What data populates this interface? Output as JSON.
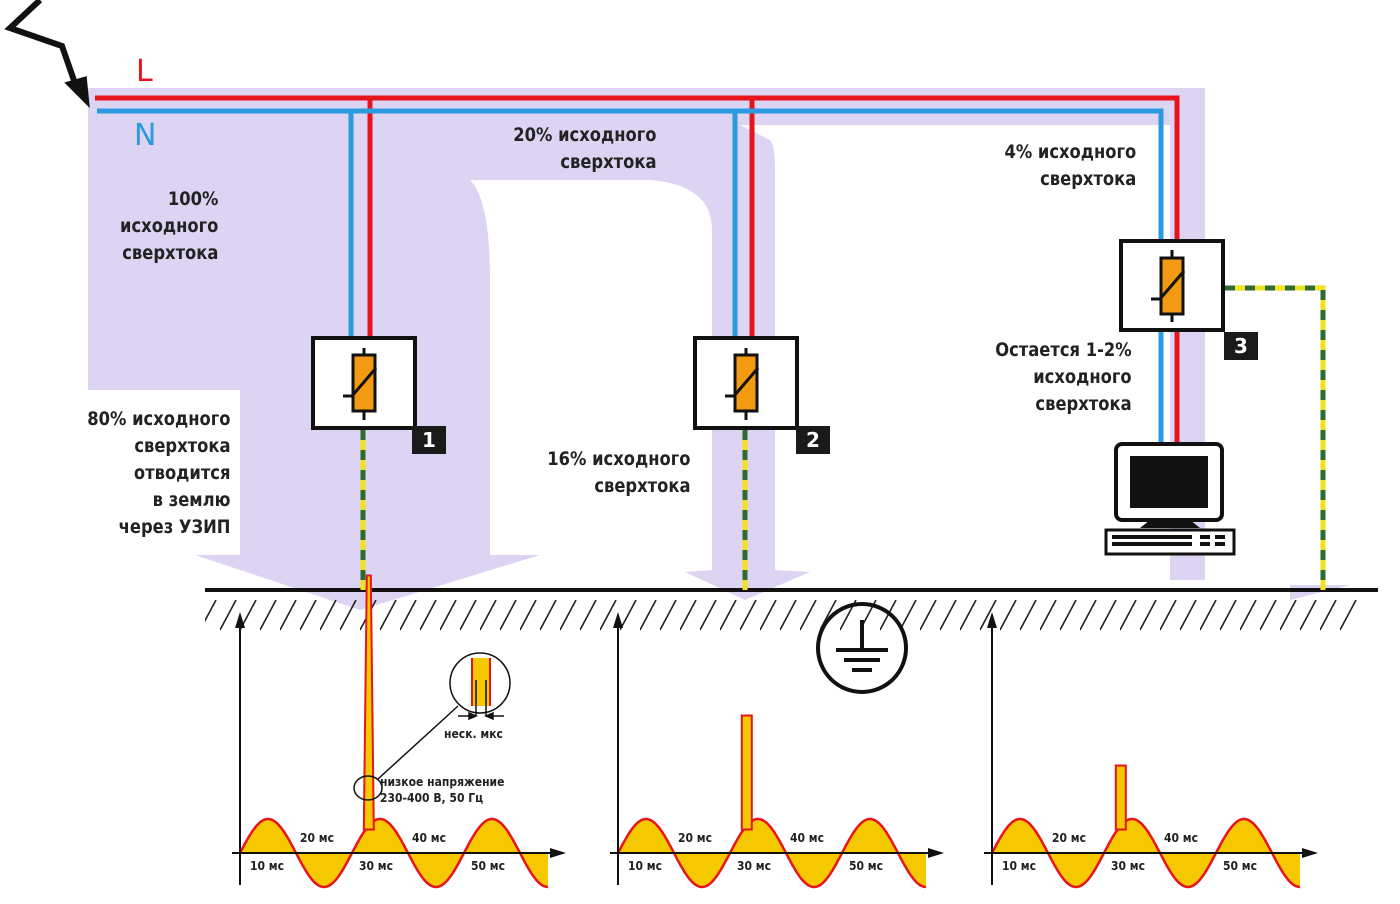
{
  "lines": {
    "phase": "L",
    "neutral": "N"
  },
  "labels": {
    "surge_100": "100%\nисходного\nсверхтока",
    "surge_80": "80% исходного\nсверхтока\nотводится\nв землю\nчерез УЗИП",
    "surge_20": "20% исходного\nсверхтока",
    "surge_16": "16% исходного\nсверхтока",
    "surge_4": "4% исходного\nсверхтока",
    "remains": "Остается 1-2%\nисходного\nсверхтока"
  },
  "devices": [
    {
      "number": "1"
    },
    {
      "number": "2"
    },
    {
      "number": "3"
    }
  ],
  "annotations": {
    "zoom": "неск. мкс",
    "low_voltage": "низкое напряжение\n230-400 В, 50 Гц"
  },
  "waveform_ticks": {
    "top": [
      "20 мс",
      "40 мс"
    ],
    "bottom": [
      "10 мс",
      "30 мс",
      "50 мс"
    ]
  },
  "colors": {
    "phase": "#e8141c",
    "neutral": "#2a9be0",
    "ground_stripe_a": "#f2e21d",
    "ground_stripe_b": "#2e6b2e",
    "surge_flow": "#dcd4f2",
    "wave_fill": "#f5c800",
    "wave_line": "#e8141c",
    "varistor": "#f29a12"
  },
  "icons": [
    "lightning-icon",
    "varistor-icon",
    "computer-icon",
    "ground-symbol-icon"
  ]
}
